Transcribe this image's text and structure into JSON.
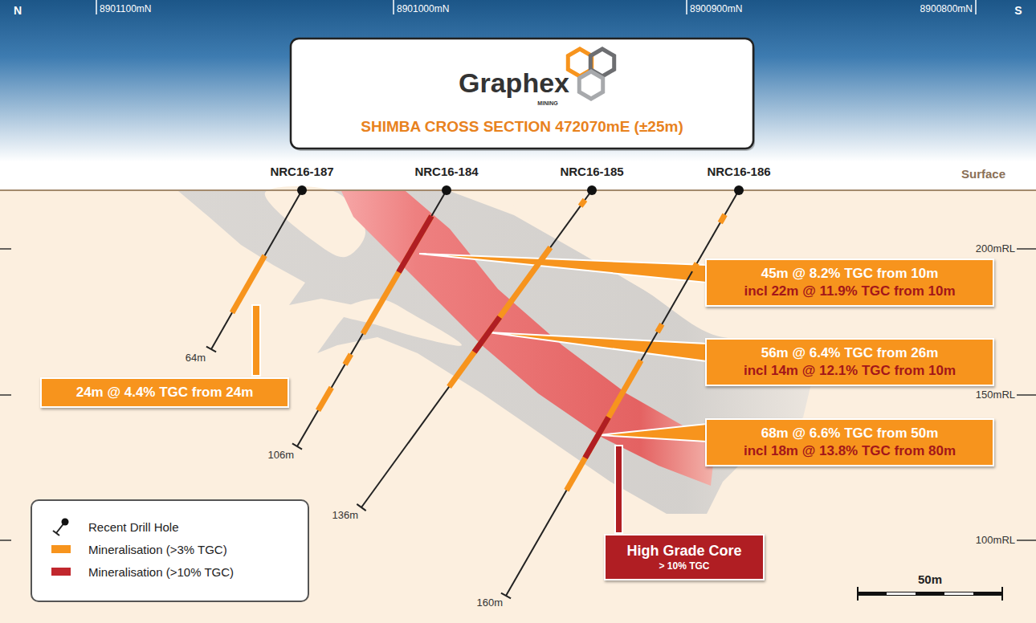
{
  "diagram": {
    "title": "SHIMBA CROSS SECTION 472070mE (±25m)",
    "nodes": [
      {
        "text": [
          "45m @ 8.2% TGC from 10m",
          "incl 22m @ 11.9% TGC from 10m"
        ]
      },
      {
        "text": [
          "56m @ 6.4% TGC from 26m",
          "incl 14m @ 12.1% TGC from 10m"
        ]
      },
      {
        "text": [
          "68m @ 6.6% TGC from 50m",
          "incl 18m @ 13.8% TGC from 80m"
        ]
      },
      {
        "text": [
          "24m @ 4.4% TGC from 24m"
        ]
      },
      {
        "text": [
          "High Grade Core",
          "> 10% TGC"
        ]
      }
    ],
    "labels": [
      "N",
      "8901100mN",
      "8901000mN",
      "8900900mN",
      "8900800mN",
      "S",
      "Graphex",
      "MINING",
      "NRC16-187",
      "NRC16-184",
      "NRC16-185",
      "NRC16-186",
      "Surface",
      "200mRL",
      "150mRL",
      "100mRL",
      "64m",
      "106m",
      "136m",
      "160m",
      "50m"
    ],
    "legend": [
      {
        "text": "Recent Drill Hole"
      },
      {
        "text": "Mineralisation (>3% TGC)",
        "color": "#f7941d"
      },
      {
        "text": "Mineralisation (>10% TGC)",
        "color": "#c1272d"
      }
    ]
  }
}
